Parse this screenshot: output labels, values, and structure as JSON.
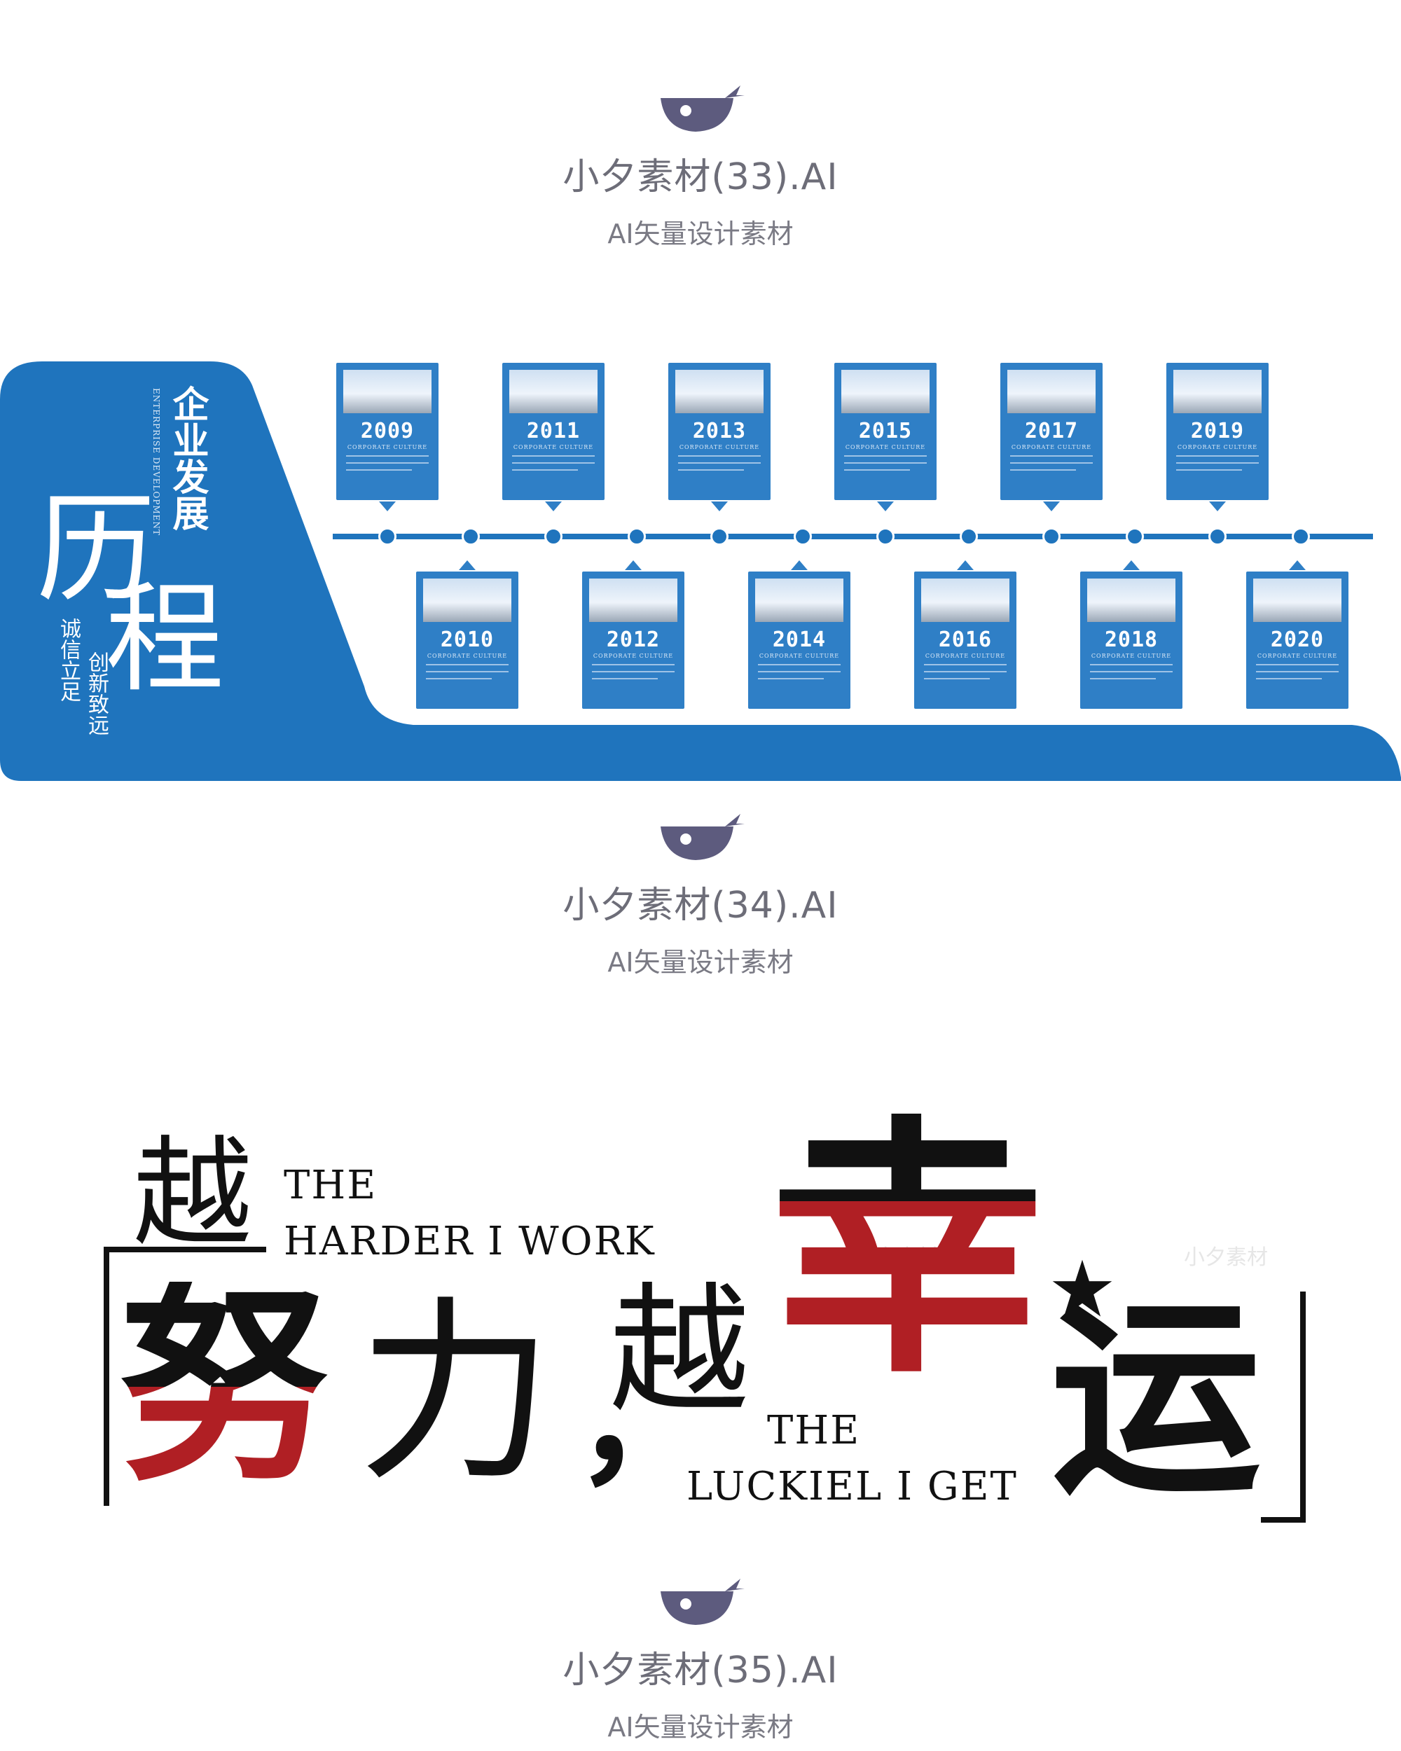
{
  "assets": [
    {
      "name": "小夕素材(33).AI",
      "subtitle": "AI矢量设计素材"
    },
    {
      "name": "小夕素材(34).AI",
      "subtitle": "AI矢量设计素材"
    },
    {
      "name": "小夕素材(35).AI",
      "subtitle": "AI矢量设计素材"
    }
  ],
  "watermark": "小夕素材",
  "timeline": {
    "heading_small": "企业发展",
    "heading_en": "ENTERPRISE DEVELOPMENT",
    "heading_big_1": "历",
    "heading_big_2": "程",
    "motto_left": "诚信立足",
    "motto_right": "创新致远",
    "card_subtitle": "CORPORATE CULTURE",
    "top_years": [
      "2009",
      "2011",
      "2013",
      "2015",
      "2017",
      "2019"
    ],
    "bottom_years": [
      "2010",
      "2012",
      "2014",
      "2016",
      "2018",
      "2020"
    ],
    "colors": {
      "brand": "#1f74bd",
      "card": "#2f7fc6"
    }
  },
  "slogan": {
    "char_yue_1": "越",
    "char_nu": "努",
    "char_li": "力",
    "comma": "，",
    "char_yue_2": "越",
    "char_xing": "幸",
    "char_yun": "运",
    "en_1a": "THE",
    "en_1b": "HARDER  I  WORK",
    "en_2a": "THE",
    "en_2b": "LUCKIEL  I  GET",
    "colors": {
      "black": "#111111",
      "red": "#b01f24"
    }
  }
}
